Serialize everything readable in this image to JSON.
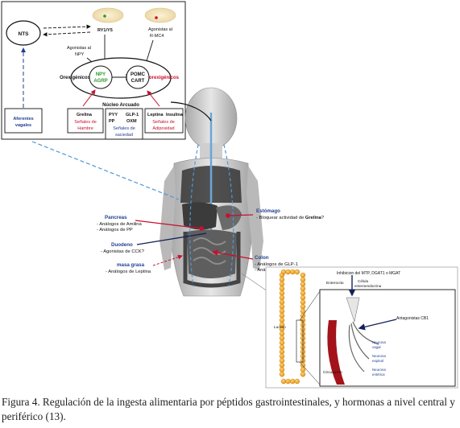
{
  "brain_box": {
    "nts": "NTS",
    "ry": "RY1/Y5",
    "mc4_1": "Agonistas al",
    "mc4_2": "R-MC4",
    "npy_ag_1": "Agonistas al",
    "npy_ag_2": "NPY",
    "orexi": "Orexigénicos",
    "anorexi": "Anorexigénicos",
    "npy1": "NPY",
    "npy2": "AGRP",
    "pomc1": "POMC",
    "pomc2": "CART",
    "nucleo": "Núcleo Arcuado",
    "aferentes1": "Aferentes",
    "aferentes2": "vagales",
    "grelina": "Grelina",
    "hambre1": "Señales de",
    "hambre2": "Hambre",
    "pyy": "PYY",
    "pp": "PP",
    "glp1": "GLP-1",
    "oxm": "OXM",
    "saciedad1": "Señales de",
    "saciedad2": "saciedad",
    "leptina": "Leptina",
    "insulina": "Insulina",
    "adip1": "Señales de",
    "adip2": "Adiposidad"
  },
  "body": {
    "estomago": "Estómago",
    "estomago_sub_pre": "- Bloquear actividad de ",
    "estomago_sub_bold": "Grelina",
    "estomago_sub_post": "?",
    "pancreas": "Pancreas",
    "pancreas_1": "- Análogos de Amilina",
    "pancreas_2": "- Análogos de PP",
    "duodeno": "Duodeno",
    "duodeno_1": "- Agonistas de CCK?",
    "masa": "masa grasa",
    "masa_1": "- Análogos de Leptina",
    "colon": "Colon",
    "colon_1": "- Análogos de GLP-1",
    "colon_2": "- Análogos de PYY?"
  },
  "intestine": {
    "inhib": "Inhibicion del MTP, DGAT1 o MGAT",
    "enterocito": "Enterocito",
    "celula1": "Célula",
    "celula2": "enteroendocrina",
    "antag": "Antagonistas CB1",
    "lumen": "Lumen",
    "vagal1": "Neurona",
    "vagal2": "vagal",
    "espinal1": "Neurona",
    "espinal2": "espinal",
    "enterica1": "Neurona",
    "enterica2": "entérica",
    "circulacion": "Circulación"
  },
  "caption": {
    "text": "Figura 4. Regulación de la ingesta alimentaria por péptidos gastrointestinales, y hormonas a nivel central y periférico (13)."
  }
}
